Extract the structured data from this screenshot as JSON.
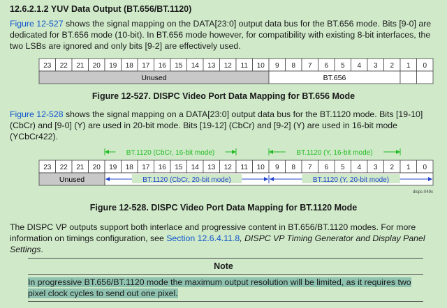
{
  "section": {
    "title": "12.6.2.1.2 YUV Data Output (BT.656/BT.1120)"
  },
  "para1": {
    "xref": "Figure 12-527",
    "text": " shows the signal mapping on the DATA[23:0] output data bus for the BT.656 mode. Bits [9-0] are dedicated for BT.656 mode (10-bit). In BT.656 mode however, for compatibility with existing 8-bit interfaces, the two LSBs are ignored and only bits [9-2] are effectively used."
  },
  "fig1": {
    "bits": [
      "23",
      "22",
      "21",
      "20",
      "19",
      "18",
      "17",
      "16",
      "15",
      "14",
      "13",
      "12",
      "11",
      "10",
      "9",
      "8",
      "7",
      "6",
      "5",
      "4",
      "3",
      "2",
      "1",
      "0"
    ],
    "unused_label": "Unused",
    "bt656_label": "BT.656",
    "caption": "Figure 12-527. DISPC Video Port Data Mapping for BT.656 Mode"
  },
  "para2": {
    "xref": "Figure 12-528",
    "text": " shows the signal mapping on a DATA[23:0] output data bus for the BT.1120 mode. Bits [19-10] (CbCr) and [9-0] (Y) are used in 20-bit mode. Bits [19-12] (CbCr) and [9-2] (Y) are used in 16-bit mode (YCbCr422)."
  },
  "fig2": {
    "bits": [
      "23",
      "22",
      "21",
      "20",
      "19",
      "18",
      "17",
      "16",
      "15",
      "14",
      "13",
      "12",
      "11",
      "10",
      "9",
      "8",
      "7",
      "6",
      "5",
      "4",
      "3",
      "2",
      "1",
      "0"
    ],
    "top_left_label": "BT.1120 (CbCr, 16-bit mode)",
    "top_right_label": "BT.1120 (Y, 16-bit mode)",
    "unused_label": "Unused",
    "bottom_left_label": "BT.1120 (CbCr, 20-bit mode)",
    "bottom_right_label": "BT.1120 (Y, 20-bit mode)",
    "figure_id": "dispc-049x",
    "caption": "Figure 12-528. DISPC Video Port Data Mapping for BT.1120 Mode"
  },
  "para3": {
    "text_before": "The DISPC VP outputs support both interlace and progressive content in BT.656/BT.1120 modes. For more information on timings configuration, see ",
    "xref": "Section 12.6.4.11.8",
    "text_after_italic": ", DISPC VP Timing Generator and Display Panel Settings",
    "end": "."
  },
  "note": {
    "title": "Note",
    "body": "In progressive BT.656/BT.1120 mode the maximum output resolution will be limited, as it requires two pixel clock cycles to send out one pixel."
  },
  "colors": {
    "background": "#cfe9c9",
    "link": "#1155cc",
    "arrow_green": "#22bb22",
    "arrow_blue": "#2244cc",
    "unused_fill": "#c8c8c8",
    "highlight": "#8fc3b0"
  }
}
